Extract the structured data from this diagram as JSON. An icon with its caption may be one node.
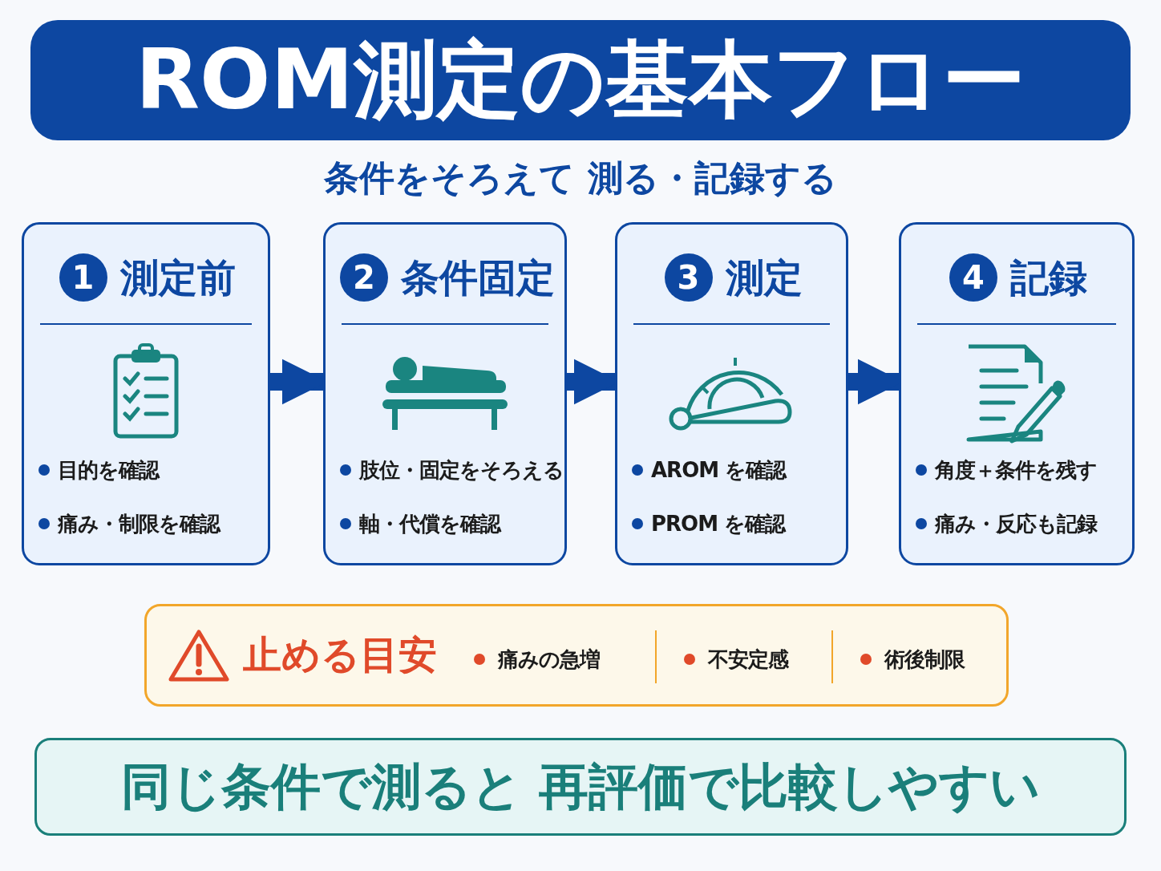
{
  "diagram": {
    "title": "ROM測定の基本フロー",
    "nodes": [
      {
        "text": [
          "1",
          "測定前",
          "目的を確認",
          "痛み・制限を確認"
        ]
      },
      {
        "text": [
          "2",
          "条件固定",
          "肢位・固定をそろえる",
          "軸・代償を確認"
        ]
      },
      {
        "text": [
          "3",
          "測定",
          "AROM を確認",
          "PROM を確認"
        ]
      },
      {
        "text": [
          "4",
          "記録",
          "角度＋条件を残す",
          "痛み・反応も記録"
        ]
      },
      {
        "text": [
          "止める目安",
          "痛みの急増",
          "不安定感",
          "術後制限"
        ]
      },
      {
        "text": [
          "同じ条件で測ると 再評価で比較しやすい"
        ]
      }
    ],
    "edges": [
      {
        "from": 0,
        "to": 1,
        "arrow": "to"
      },
      {
        "from": 1,
        "to": 2,
        "arrow": "to"
      },
      {
        "from": 2,
        "to": 3,
        "arrow": "to"
      }
    ],
    "labels": [
      "条件をそろえて 測る・記録する"
    ]
  }
}
